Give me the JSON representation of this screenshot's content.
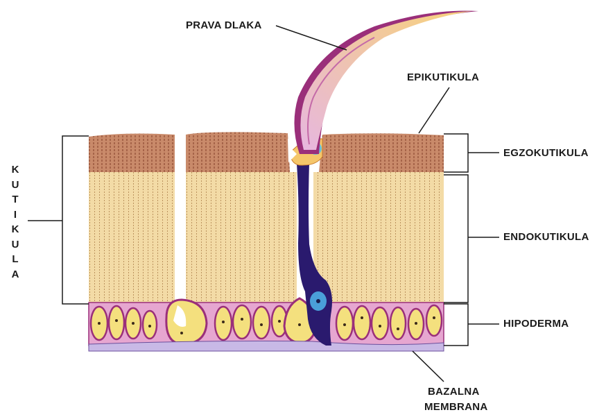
{
  "labels": {
    "hair": "PRAVA DLAKA",
    "epicuticle": "EPIKUTIKULA",
    "exocuticle": "EGZOKUTIKULA",
    "endocuticle": "ENDOKUTIKULA",
    "hypodermis": "HIPODERMA",
    "basement_line1": "BAZALNA",
    "basement_line2": "MEMBRANA",
    "cuticle_vertical": [
      "K",
      "U",
      "T",
      "I",
      "K",
      "U",
      "L",
      "A"
    ]
  },
  "colors": {
    "exocuticle": "#c98a6a",
    "endocuticle": "#f3dba6",
    "hypodermis": "#e6a6d0",
    "cell_nucleus": "#f2c94c",
    "basement": "#c8b9e6",
    "hair_outer": "#9a2f7a",
    "hair_inner": "#f5c66a",
    "neuron": "#2a1a6e",
    "neuron_nucleus": "#4a9fd9",
    "line": "#1a1a1a"
  }
}
